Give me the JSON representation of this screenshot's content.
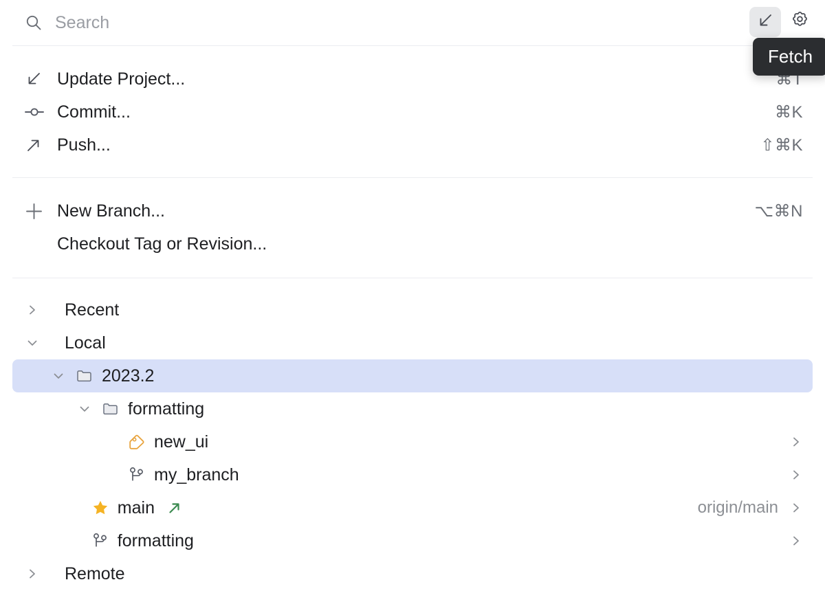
{
  "search": {
    "placeholder": "Search",
    "value": "",
    "icon": "search-icon"
  },
  "top_actions": [
    {
      "name": "fetch-button",
      "icon": "arrow-down-left-icon",
      "active": true,
      "tooltip": "Fetch"
    },
    {
      "name": "settings-button",
      "icon": "gear-icon",
      "active": false
    }
  ],
  "tooltip": {
    "text": "Fetch"
  },
  "menu": {
    "group_1": [
      {
        "icon": "arrow-down-left-icon",
        "label": "Update Project...",
        "shortcut": "⌘T"
      },
      {
        "icon": "commit-node-icon",
        "label": "Commit...",
        "shortcut": "⌘K"
      },
      {
        "icon": "arrow-up-right-icon",
        "label": "Push...",
        "shortcut": "⇧⌘K"
      }
    ],
    "group_2": [
      {
        "icon": "plus-icon",
        "label": "New Branch...",
        "shortcut": "⌥⌘N"
      },
      {
        "icon": "none",
        "label": "Checkout Tag or Revision...",
        "shortcut": ""
      }
    ]
  },
  "tree": [
    {
      "name": "recent",
      "label": "Recent",
      "twisty": "chevron-right",
      "indent": 0,
      "icon": "none",
      "selected": false,
      "tracking": "",
      "chevron": false,
      "outgoing": false
    },
    {
      "name": "local",
      "label": "Local",
      "twisty": "chevron-down",
      "indent": 0,
      "icon": "none",
      "selected": false,
      "tracking": "",
      "chevron": false,
      "outgoing": false
    },
    {
      "name": "folder-2023-2",
      "label": "2023.2",
      "twisty": "chevron-down",
      "indent": 1,
      "icon": "folder-icon",
      "selected": true,
      "tracking": "",
      "chevron": false,
      "outgoing": false
    },
    {
      "name": "folder-formatting",
      "label": "formatting",
      "twisty": "chevron-down",
      "indent": 2,
      "icon": "folder-icon",
      "selected": false,
      "tracking": "",
      "chevron": false,
      "outgoing": false
    },
    {
      "name": "tag-new-ui",
      "label": "new_ui",
      "twisty": "none",
      "indent": 3,
      "icon": "tag-icon",
      "selected": false,
      "tracking": "",
      "chevron": true,
      "outgoing": false
    },
    {
      "name": "branch-my-branch",
      "label": "my_branch",
      "twisty": "none",
      "indent": 3,
      "icon": "branch-icon",
      "selected": false,
      "tracking": "",
      "chevron": true,
      "outgoing": false
    },
    {
      "name": "branch-main",
      "label": "main",
      "twisty": "none",
      "indent": 1.6,
      "icon": "star-icon",
      "selected": false,
      "tracking": "origin/main",
      "chevron": true,
      "outgoing": true
    },
    {
      "name": "branch-formatting",
      "label": "formatting",
      "twisty": "none",
      "indent": 1.6,
      "icon": "branch-icon",
      "selected": false,
      "tracking": "",
      "chevron": true,
      "outgoing": false
    },
    {
      "name": "remote",
      "label": "Remote",
      "twisty": "chevron-right",
      "indent": 0,
      "icon": "none",
      "selected": false,
      "tracking": "",
      "chevron": false,
      "outgoing": false
    }
  ],
  "colors": {
    "selection": "#d7dff8",
    "tooltip_bg": "#2b2d30",
    "tag_accent": "#e8a33d",
    "star_accent": "#f5b324",
    "outgoing_accent": "#3a8a4f",
    "text": "#1e1f22",
    "muted": "#8c8f94"
  }
}
